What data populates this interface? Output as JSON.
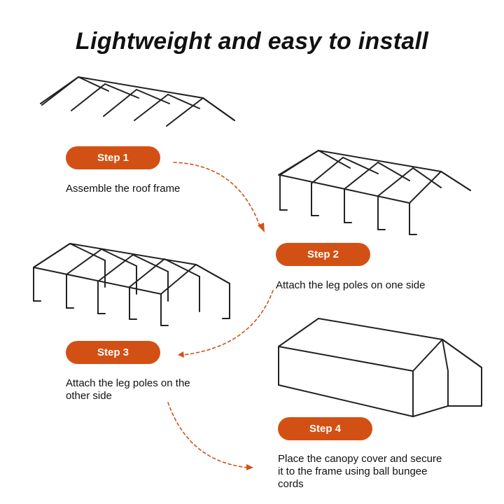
{
  "title": "Lightweight and easy to install",
  "accent_color": "#d35014",
  "steps": [
    {
      "label": "Step 1",
      "description": "Assemble the roof frame"
    },
    {
      "label": "Step 2",
      "description": "Attach the leg poles on one side"
    },
    {
      "label": "Step 3",
      "description": "Attach the leg poles on the other side"
    },
    {
      "label": "Step 4",
      "description": "Place the canopy cover and secure it to the frame using ball bungee cords"
    }
  ]
}
